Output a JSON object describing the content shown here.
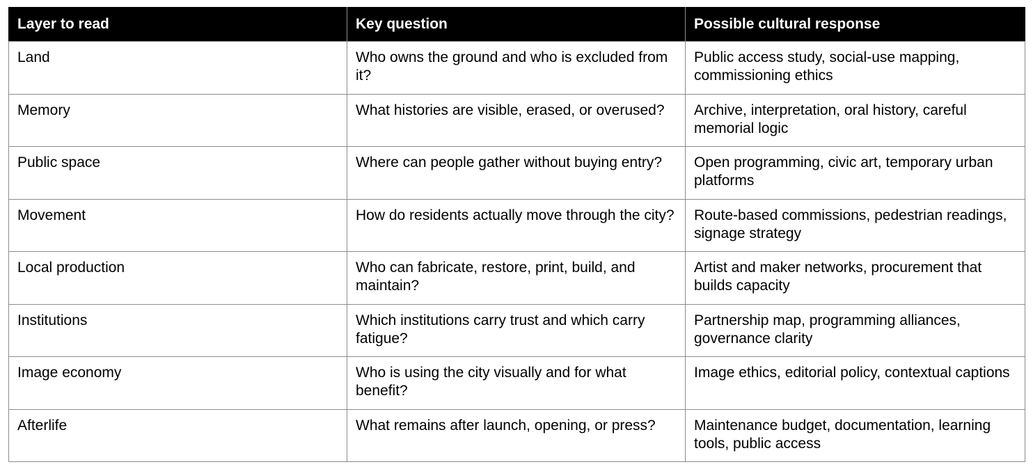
{
  "table": {
    "headers": [
      "Layer to read",
      "Key question",
      "Possible cultural response"
    ],
    "rows": [
      [
        "Land",
        "Who owns the ground and who is excluded from it?",
        "Public access study, social-use mapping, commissioning ethics"
      ],
      [
        "Memory",
        "What histories are visible, erased, or overused?",
        "Archive, interpretation, oral history, careful memorial logic"
      ],
      [
        "Public space",
        "Where can people gather without buying entry?",
        "Open programming, civic art, temporary urban platforms"
      ],
      [
        "Movement",
        "How do residents actually move through the city?",
        "Route-based commissions, pedestrian readings, signage strategy"
      ],
      [
        "Local production",
        "Who can fabricate, restore, print, build, and maintain?",
        "Artist and maker networks, procurement that builds capacity"
      ],
      [
        "Institutions",
        "Which institutions carry trust and which carry fatigue?",
        "Partnership map, programming alliances, governance clarity"
      ],
      [
        "Image economy",
        "Who is using the city visually and for what benefit?",
        "Image ethics, editorial policy, contextual captions"
      ],
      [
        "Afterlife",
        "What remains after launch, opening, or press?",
        "Maintenance budget, documentation, learning tools, public access"
      ]
    ]
  }
}
